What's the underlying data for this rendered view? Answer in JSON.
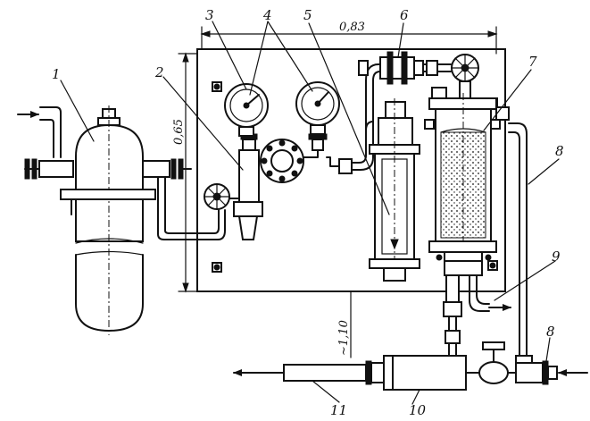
{
  "callouts": [
    "1",
    "2",
    "3",
    "4",
    "5",
    "6",
    "7",
    "8",
    "9",
    "8",
    "10",
    "11"
  ],
  "dimensions": {
    "width": "0,83",
    "height": "0,65",
    "length": "~1,10"
  }
}
